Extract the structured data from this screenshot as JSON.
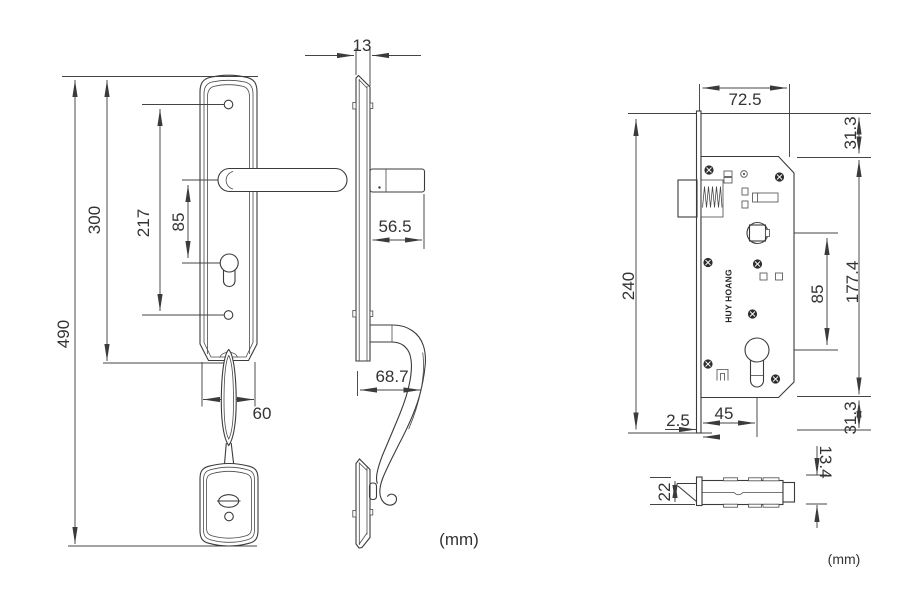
{
  "units_note_left": "(mm)",
  "units_note_right": "(mm)",
  "front_view": {
    "overall_height": "490",
    "plate_height": "300",
    "screw_spacing": "217",
    "lever_to_cylinder": "85",
    "plate_width": "60"
  },
  "side_view": {
    "plate_thickness": "13",
    "lever_projection": "56.5",
    "grip_projection": "68.7"
  },
  "lock_body": {
    "brand": "HUY HOANG",
    "case_depth": "72.5",
    "top_offset": "31.3",
    "faceplate_length": "240",
    "case_height": "177.4",
    "spindle_to_cylinder": "85",
    "backset": "45",
    "faceplate_thickness": "2.5",
    "bottom_offset": "31.3"
  },
  "latch_bolt": {
    "head_width": "22",
    "bolt_height": "13.4"
  }
}
